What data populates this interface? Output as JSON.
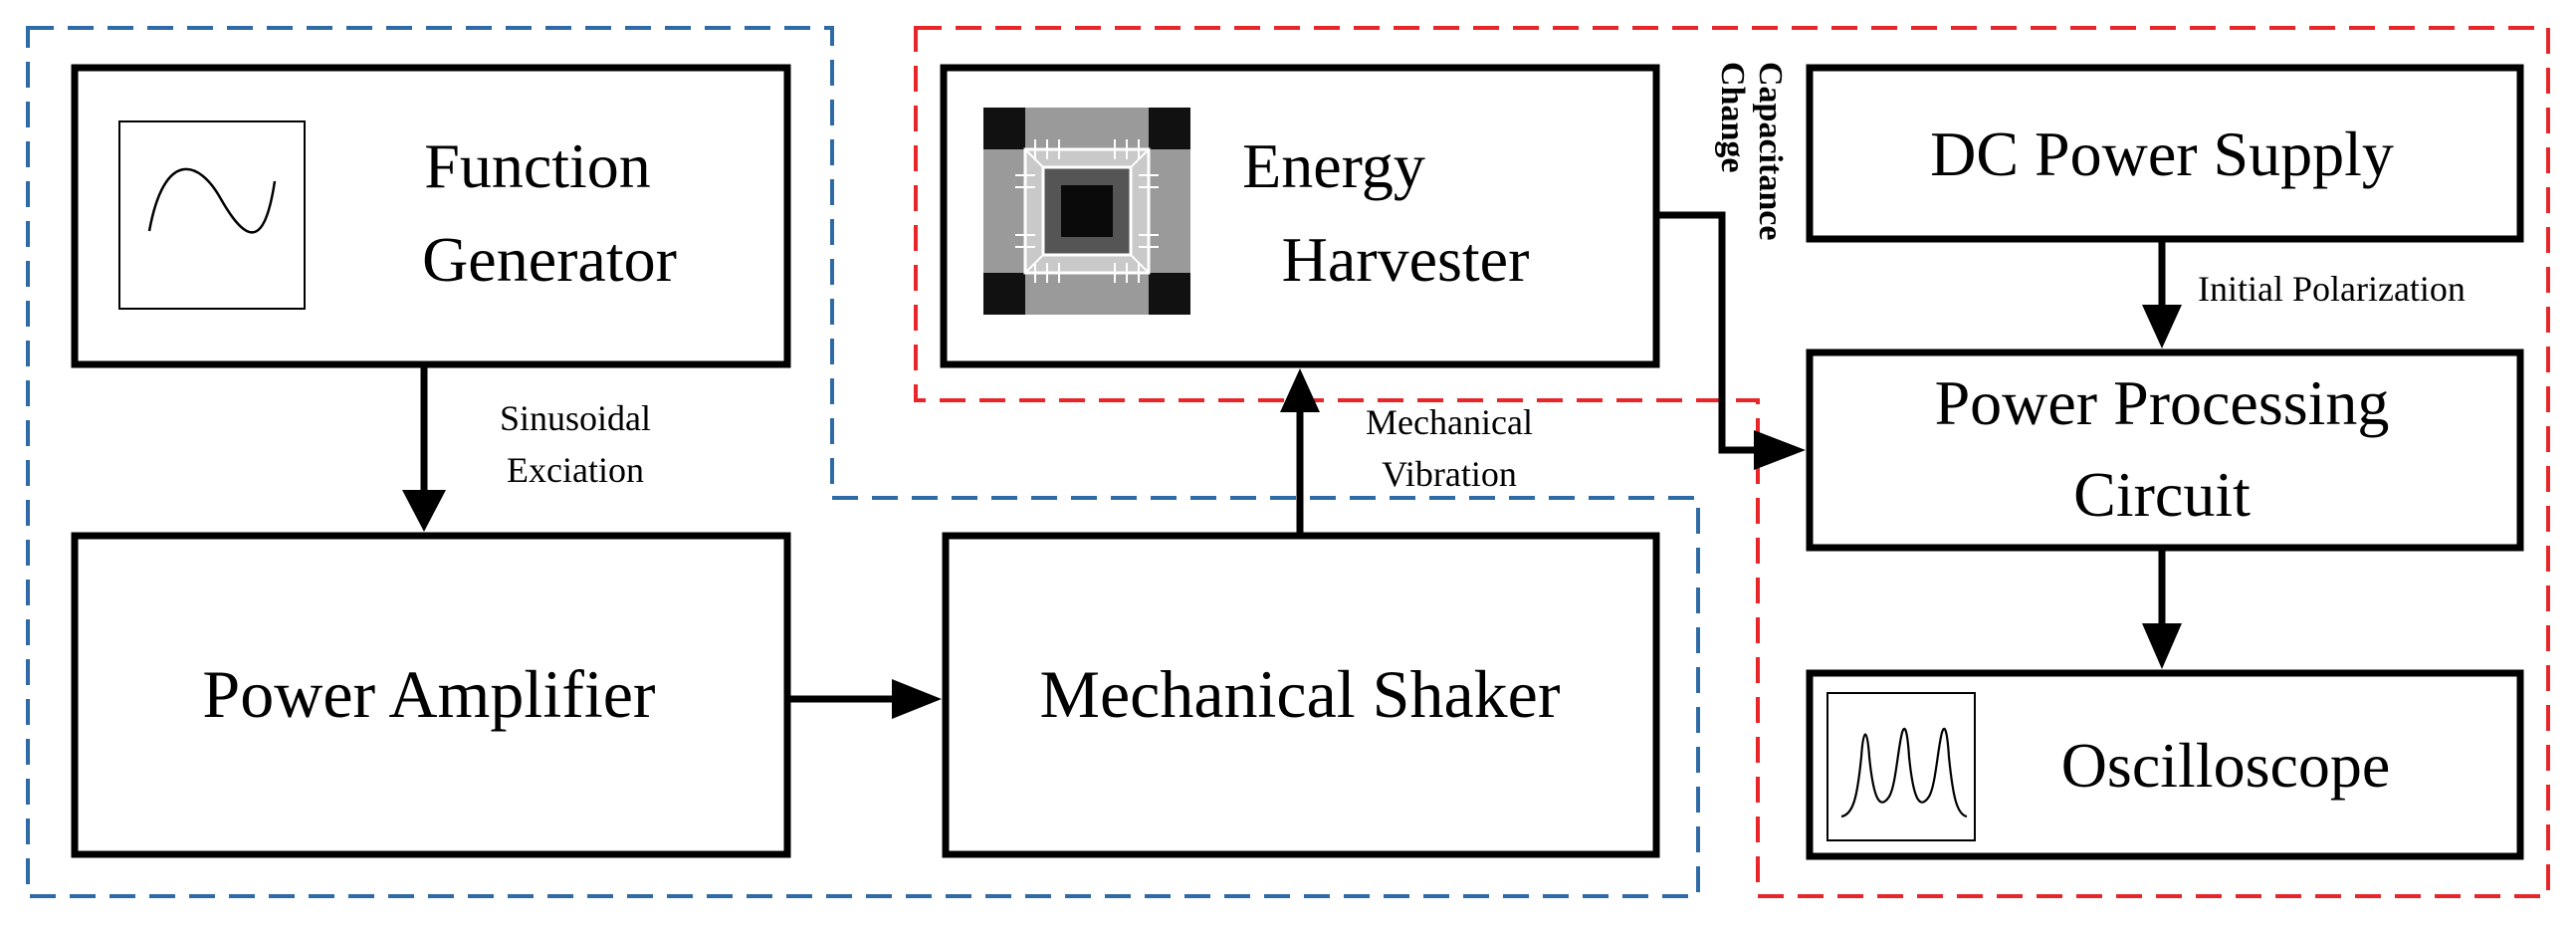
{
  "colors": {
    "blue_region": "#2e6aa6",
    "red_region": "#e8262a",
    "stroke": "#000000",
    "background": "#ffffff"
  },
  "blocks": {
    "function_generator": {
      "line1": "Function",
      "line2": "Generator",
      "icon": "sine-wave-icon"
    },
    "power_amplifier": {
      "label": "Power Amplifier"
    },
    "mechanical_shaker": {
      "label": "Mechanical Shaker"
    },
    "energy_harvester": {
      "line1": "Energy",
      "line2": "Harvester",
      "icon": "mems-chip-icon"
    },
    "dc_power_supply": {
      "label": "DC Power Supply"
    },
    "power_processing": {
      "line1": "Power Processing",
      "line2": "Circuit"
    },
    "oscilloscope": {
      "label": "Oscilloscope",
      "icon": "pulse-waveform-icon"
    }
  },
  "connections": {
    "sinusoidal": {
      "line1": "Sinusoidal",
      "line2": "Exciation"
    },
    "mechanical_vibration": {
      "line1": "Mechanical",
      "line2": "Vibration"
    },
    "capacitance_change": {
      "line1": "Capacitance",
      "line2": "Change"
    },
    "initial_polarization": {
      "label": "Initial Polarization"
    }
  }
}
